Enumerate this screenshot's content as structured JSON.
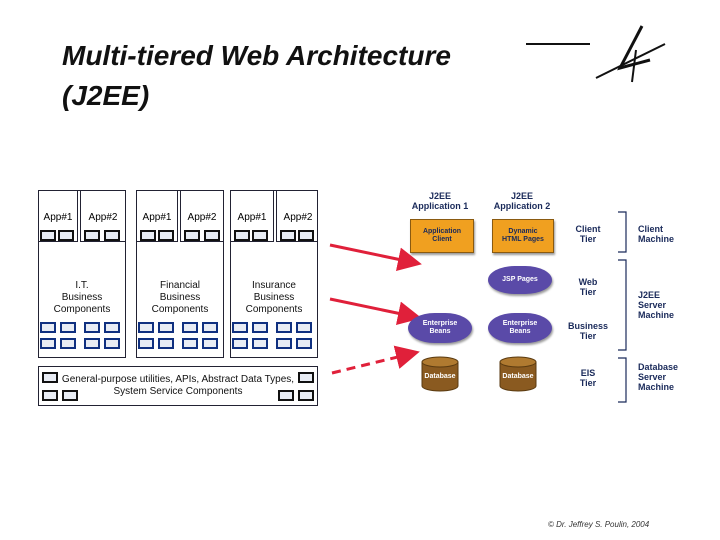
{
  "title": {
    "line1": "Multi-tiered Web Architecture",
    "line2": "(J2EE)"
  },
  "left_diagram": {
    "columns": [
      {
        "app1": "App#1",
        "app2": "App#2",
        "components": "I.T.\nBusiness\nComponents"
      },
      {
        "app1": "App#1",
        "app2": "App#2",
        "components": "Financial\nBusiness\nComponents"
      },
      {
        "app1": "App#1",
        "app2": "App#2",
        "components": "Insurance\nBusiness\nComponents"
      }
    ],
    "base": "General-purpose utilities, APIs, Abstract Data Types,\nSystem Service Components"
  },
  "right_diagram": {
    "app1_header": "J2EE\nApplication 1",
    "app2_header": "J2EE\nApplication 2",
    "application_client": "Application\nClient",
    "dynamic_html": "Dynamic\nHTML Pages",
    "jsp_pages": "JSP Pages",
    "enterprise_beans_1": "Enterprise\nBeans",
    "enterprise_beans_2": "Enterprise\nBeans",
    "database_1": "Database",
    "database_2": "Database",
    "tiers": {
      "client": "Client\nTier",
      "web": "Web\nTier",
      "business": "Business\nTier",
      "eis": "EIS\nTier"
    },
    "machines": {
      "client": "Client\nMachine",
      "server": "J2EE\nServer\nMachine",
      "database": "Database\nServer\nMachine"
    }
  },
  "copyright": "© Dr. Jeffrey S. Poulin, 2004",
  "colors": {
    "arrow": "#e0203a",
    "pill": "#5a4aa8",
    "orange": "#f0a020",
    "db": "#8a5a20"
  }
}
